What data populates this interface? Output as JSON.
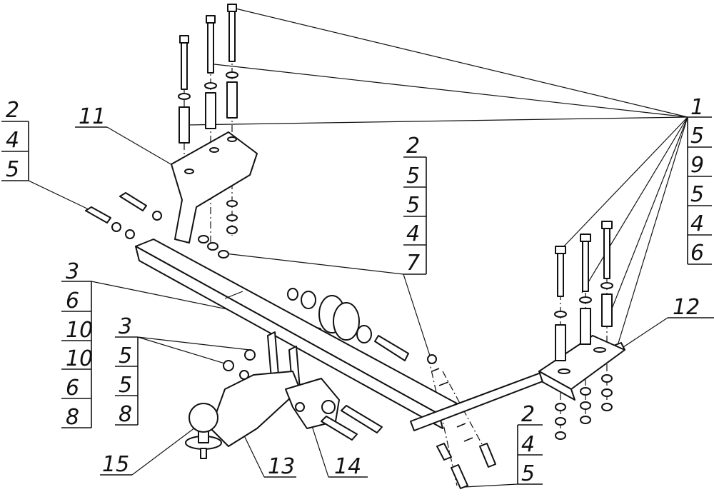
{
  "callouts": {
    "top_left_stack": [
      "2",
      "4",
      "5"
    ],
    "middle_stack": [
      "2",
      "5",
      "5",
      "4",
      "7"
    ],
    "right_stack": [
      "1",
      "5",
      "9",
      "5",
      "4",
      "6"
    ],
    "left_stack": [
      "3",
      "6",
      "10",
      "10",
      "6",
      "8"
    ],
    "left_inner_stack": [
      "3",
      "5",
      "5",
      "8"
    ],
    "bottom_right_stack": [
      "2",
      "4",
      "5"
    ],
    "single": {
      "bracket_left": "11",
      "bracket_right": "12",
      "tow_ball": "15",
      "ball_mount": "13",
      "socket_plate": "14"
    }
  }
}
